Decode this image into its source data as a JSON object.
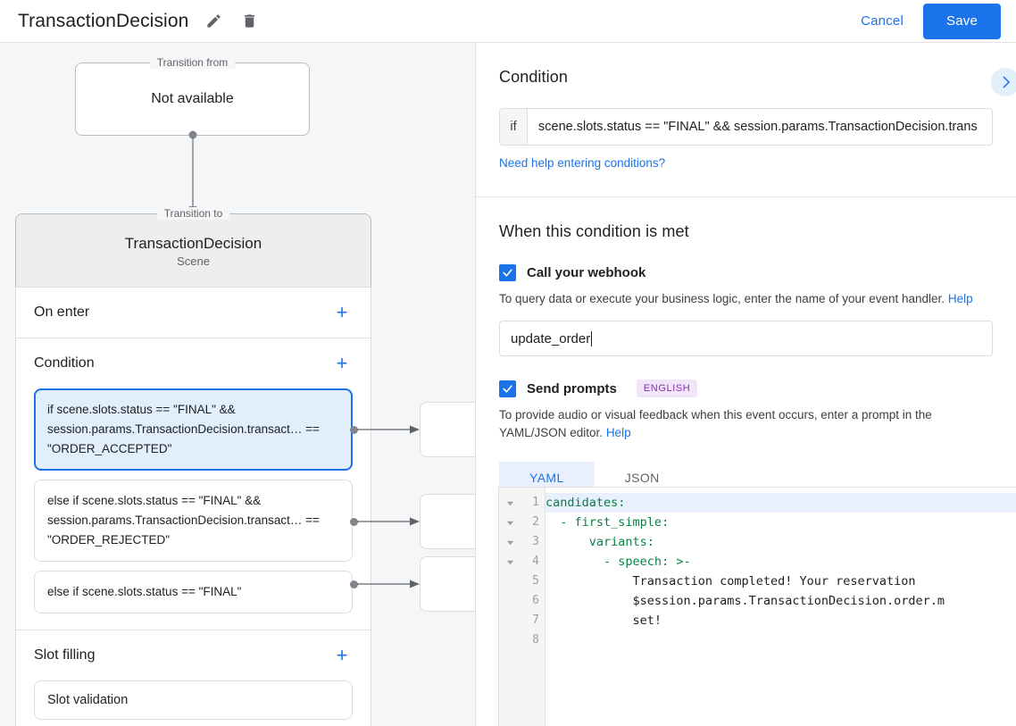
{
  "topbar": {
    "title": "TransactionDecision",
    "edit_icon": "pencil-icon",
    "delete_icon": "trash-icon",
    "cancel_label": "Cancel",
    "save_label": "Save",
    "accent_color": "#1a73e8"
  },
  "canvas": {
    "transition_from": {
      "legend": "Transition from",
      "value": "Not available"
    },
    "transition_to": {
      "legend": "Transition to",
      "name": "TransactionDecision",
      "subtitle": "Scene"
    },
    "sections": [
      {
        "title": "On enter",
        "add_label": "+"
      },
      {
        "title": "Condition",
        "add_label": "+"
      },
      {
        "title": "Slot filling",
        "add_label": "+"
      }
    ],
    "conditions": [
      {
        "text": "if scene.slots.status == \"FINAL\" && session.params.TransactionDecision.transact… == \"ORDER_ACCEPTED\"",
        "selected": true
      },
      {
        "text": "else if scene.slots.status == \"FINAL\" && session.params.TransactionDecision.transact… == \"ORDER_REJECTED\"",
        "selected": false
      },
      {
        "text": "else if scene.slots.status == \"FINAL\"",
        "selected": false
      }
    ],
    "slot_filling": [
      {
        "text": "Slot validation"
      }
    ]
  },
  "panel": {
    "condition_heading": "Condition",
    "condition_prefix": "if",
    "condition_value": "scene.slots.status == \"FINAL\" && session.params.TransactionDecision.trans",
    "condition_help_link": "Need help entering conditions?",
    "met_heading": "When this condition is met",
    "webhook": {
      "label": "Call your webhook",
      "checked": true,
      "helper": "To query data or execute your business logic, enter the name of your event handler.",
      "helper_link": "Help",
      "input_value": "update_order"
    },
    "prompts": {
      "label": "Send prompts",
      "checked": true,
      "badge": "ENGLISH",
      "badge_bg": "#f3e5f9",
      "badge_color": "#8430ad",
      "helper": "To provide audio or visual feedback when this event occurs, enter a prompt in the YAML/JSON editor.",
      "helper_link": "Help",
      "tabs": [
        {
          "label": "YAML",
          "active": true
        },
        {
          "label": "JSON",
          "active": false
        }
      ]
    },
    "expand_icon": "chevron-right-icon"
  },
  "editor": {
    "line_numbers": [
      "1",
      "2",
      "3",
      "4",
      "5",
      "6",
      "7",
      "8"
    ],
    "fold_rows": [
      1,
      2,
      3,
      4
    ],
    "highlighted_line": 1,
    "lines": [
      {
        "n": "1",
        "key": "candidates",
        "rest": ":",
        "indent": 0,
        "dash": false
      },
      {
        "n": "2",
        "key": "first_simple",
        "rest": ":",
        "indent": 1,
        "dash": true
      },
      {
        "n": "3",
        "key": "variants",
        "rest": ":",
        "indent": 3,
        "dash": false
      },
      {
        "n": "4",
        "key": "speech",
        "rest": ": >-",
        "indent": 4,
        "dash": true
      },
      {
        "n": "5",
        "key": "",
        "rest": "Transaction completed! Your reservation",
        "indent": 6,
        "dash": false
      },
      {
        "n": "6",
        "key": "",
        "rest": "$session.params.TransactionDecision.order.m",
        "indent": 6,
        "dash": false
      },
      {
        "n": "7",
        "key": "",
        "rest": "set!",
        "indent": 6,
        "dash": false
      },
      {
        "n": "8",
        "key": "",
        "rest": "",
        "indent": 0,
        "dash": false
      }
    ],
    "key_color": "#0b8043",
    "text_color": "#202124",
    "highlight_color": "#e8f0fe"
  }
}
